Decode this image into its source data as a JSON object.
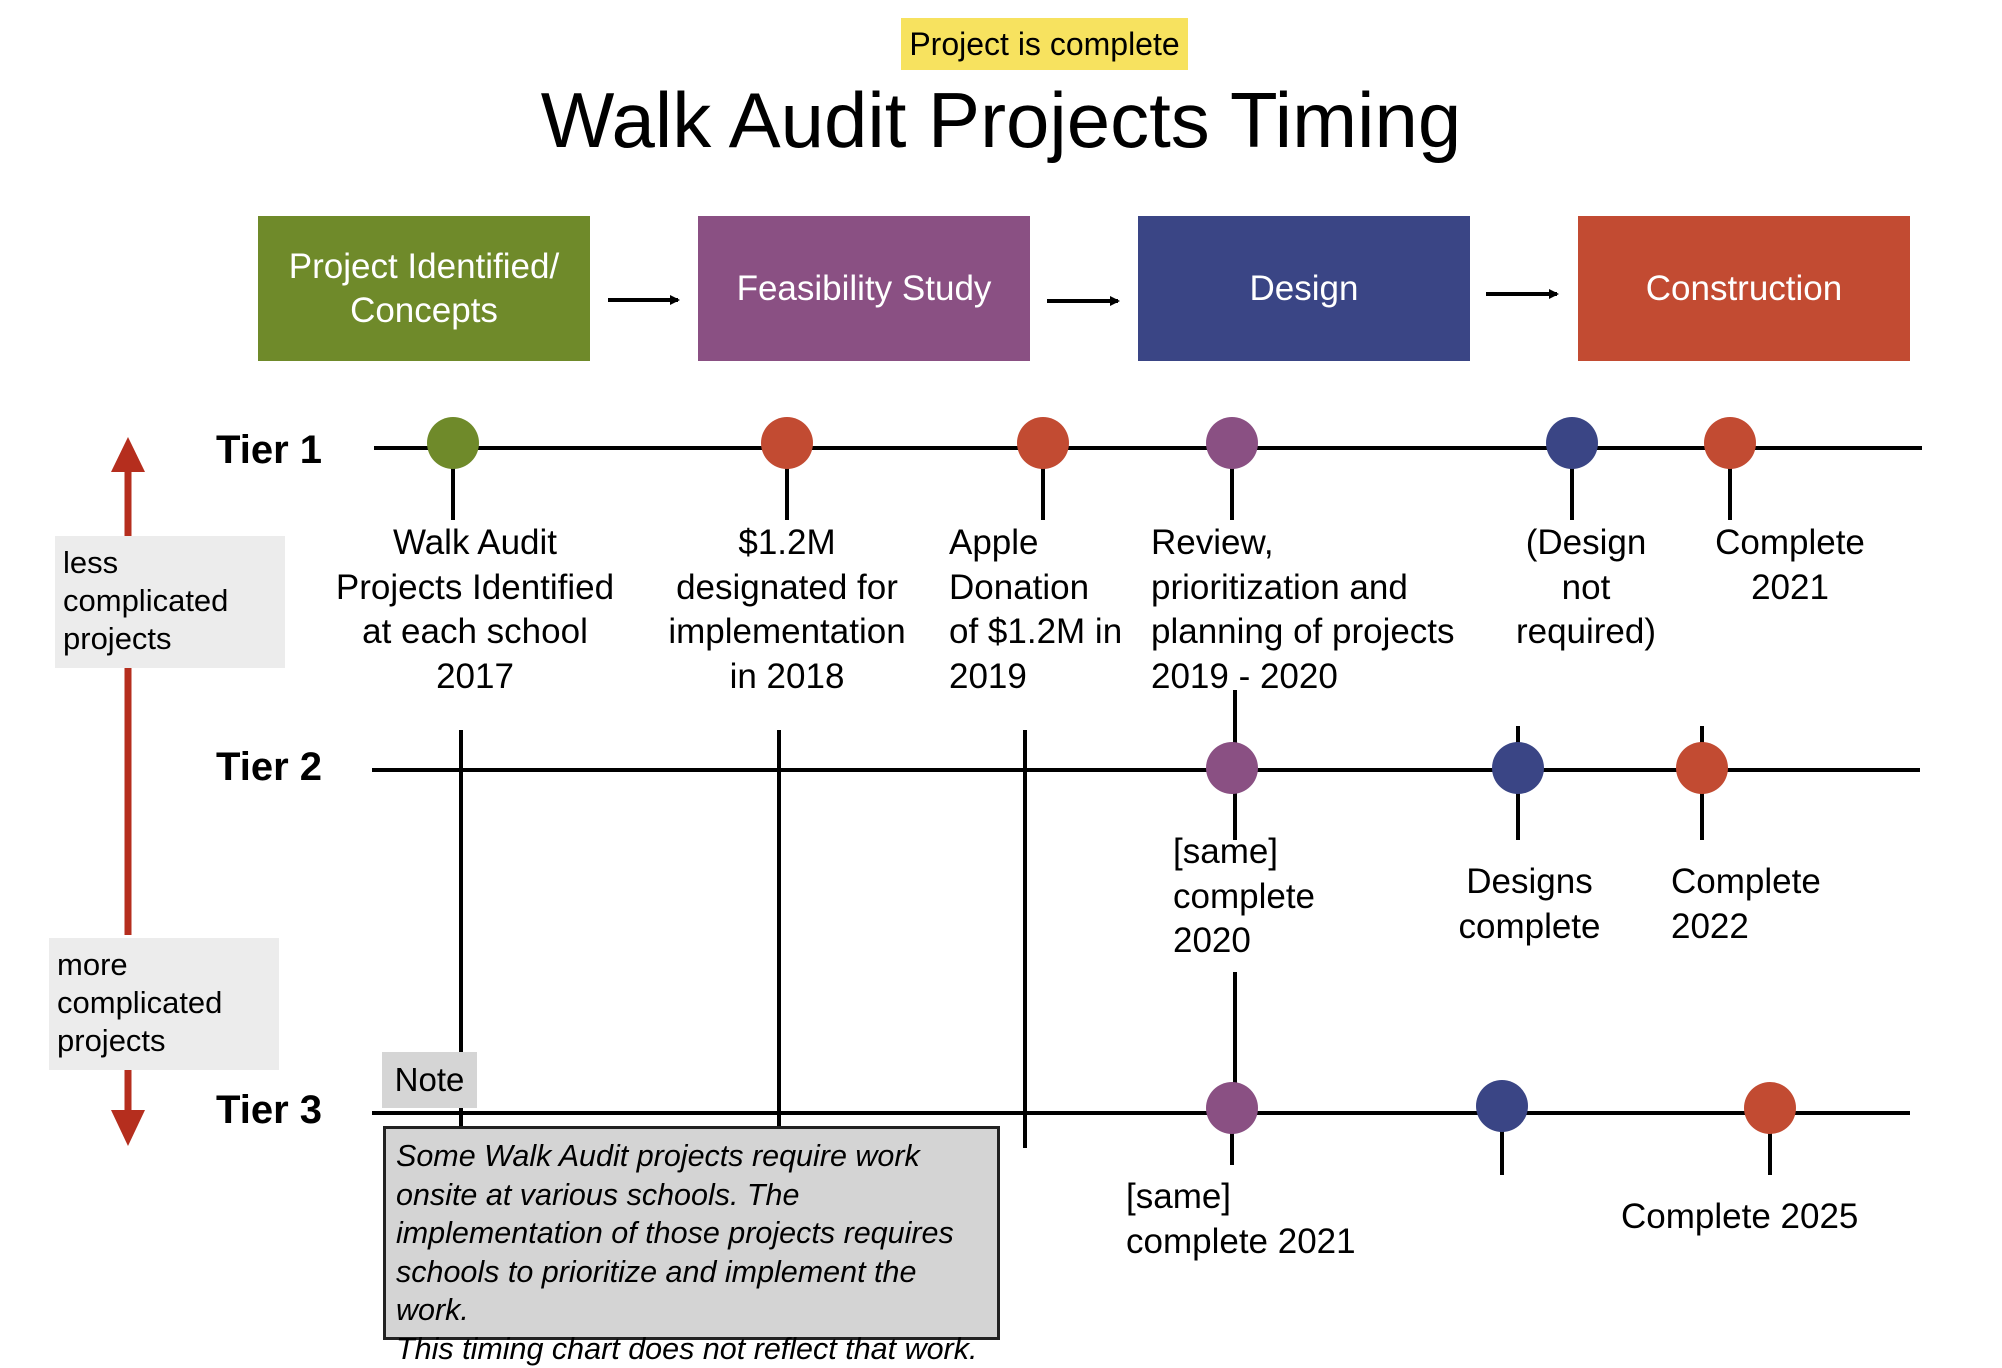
{
  "header": {
    "badge": "Project is complete",
    "title": "Walk Audit Projects Timing",
    "badge_color": "#f7e25f"
  },
  "stages": [
    {
      "label": "Project Identified/\nConcepts",
      "color": "#6f8a2a"
    },
    {
      "label": "Feasibility Study",
      "color": "#8a5083"
    },
    {
      "label": "Design",
      "color": "#3a4585"
    },
    {
      "label": "Construction",
      "color": "#c24b32"
    }
  ],
  "tiers": {
    "tier1": "Tier 1",
    "tier2": "Tier 2",
    "tier3": "Tier 3"
  },
  "side_labels": {
    "less": "less\ncomplicated\nprojects",
    "more": "more\ncomplicated\nprojects"
  },
  "tier1_labels": {
    "walk_audit": "Walk Audit\nProjects Identified\nat each school\n2017",
    "designated": "$1.2M\ndesignated for\nimplementation\nin 2018",
    "apple": "Apple\nDonation\nof $1.2M in\n2019",
    "review": "Review,\nprioritization and\nplanning of projects\n2019 - 2020",
    "design_not_required": "(Design\nnot\nrequired)",
    "complete": "Complete\n2021"
  },
  "tier2_labels": {
    "same": "[same]\ncomplete\n2020",
    "designs": "Designs\ncomplete",
    "complete": "Complete\n2022"
  },
  "tier3_labels": {
    "same": "[same]\ncomplete 2021",
    "complete": "Complete 2025"
  },
  "note": {
    "tag": "Note",
    "text": "Some Walk Audit projects require work\nonsite at various schools. The\nimplementation of those projects requires\nschools to prioritize and implement the work.\nThis timing chart does not reflect that work."
  },
  "colors": {
    "green": "#6f8a2a",
    "purple": "#8a5083",
    "blue": "#3a4585",
    "red": "#c24b32",
    "arrow": "#b52e1e"
  }
}
